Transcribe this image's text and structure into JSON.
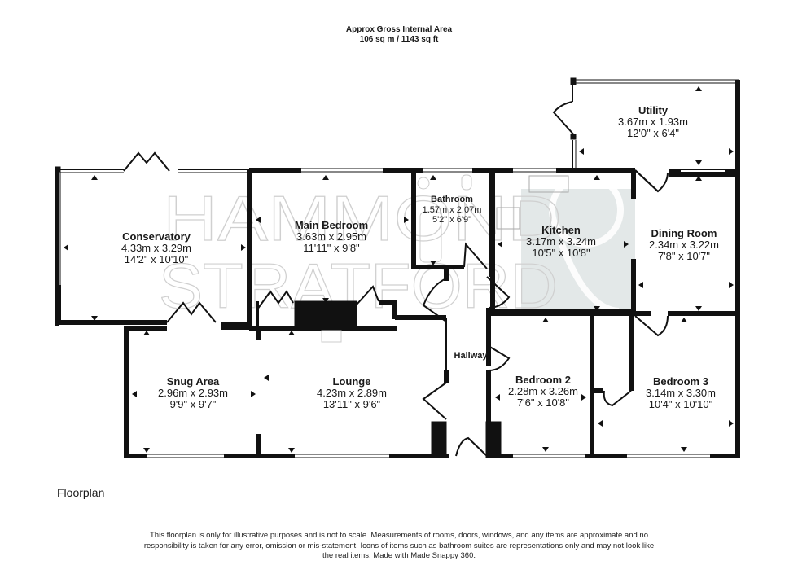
{
  "header": {
    "line1": "Approx Gross Internal Area",
    "line2": "106 sq m / 1143 sq ft"
  },
  "watermark": {
    "line1": "HAMMOND",
    "line2": "STRATFORD"
  },
  "rooms": [
    {
      "name": "Conservatory",
      "metric": "4.33m x 3.29m",
      "imperial": "14'2\" x 10'10\""
    },
    {
      "name": "Main Bedroom",
      "metric": "3.63m x 2.95m",
      "imperial": "11'11\" x 9'8\""
    },
    {
      "name": "Bathroom",
      "metric": "1.57m x 2.07m",
      "imperial": "5'2\" x 6'9\""
    },
    {
      "name": "Kitchen",
      "metric": "3.17m x 3.24m",
      "imperial": "10'5\" x 10'8\""
    },
    {
      "name": "Utility",
      "metric": "3.67m x 1.93m",
      "imperial": "12'0\" x 6'4\""
    },
    {
      "name": "Dining Room",
      "metric": "2.34m x 3.22m",
      "imperial": "7'8\" x 10'7\""
    },
    {
      "name": "Snug Area",
      "metric": "2.96m x 2.93m",
      "imperial": "9'9\" x 9'7\""
    },
    {
      "name": "Lounge",
      "metric": "4.23m x 2.89m",
      "imperial": "13'11\" x 9'6\""
    },
    {
      "name": "Hallway"
    },
    {
      "name": "Bedroom 2",
      "metric": "2.28m x 3.26m",
      "imperial": "7'6\" x 10'8\""
    },
    {
      "name": "Bedroom 3",
      "metric": "3.14m x 3.30m",
      "imperial": "10'4\" x 10'10\""
    }
  ],
  "floor_title": "Floorplan",
  "disclaimer": "This floorplan is only for illustrative purposes and is not to scale. Measurements of rooms, doors, windows, and any items are approximate and no responsibility is taken for any error, omission or mis-statement. Icons of items such as bathroom suites are representations only and may not look like the real items. Made with Made Snappy 360.",
  "colors": {
    "wall": "#111111",
    "watermark": "#d9d9d9",
    "kitchen_tint": "#dde3e3"
  }
}
